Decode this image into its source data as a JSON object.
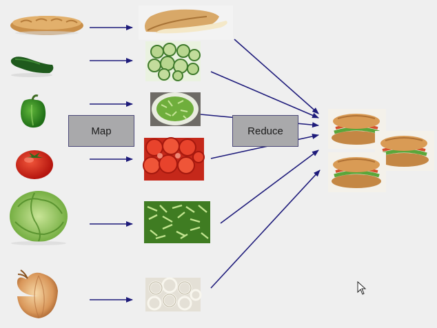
{
  "map_label": "Map",
  "reduce_label": "Reduce",
  "ingredients": [
    "bread-loaf",
    "cucumber",
    "green-pepper",
    "tomato",
    "lettuce",
    "onion"
  ],
  "mapped": [
    "sliced-bread",
    "sliced-cucumber",
    "chopped-pepper",
    "sliced-tomato",
    "shredded-lettuce",
    "sliced-onion"
  ],
  "result": "sandwiches",
  "colors": {
    "arrow": "#1d1a7a",
    "box_fill": "#a9a9ab",
    "box_border": "#4b4878",
    "background": "#efefef"
  }
}
